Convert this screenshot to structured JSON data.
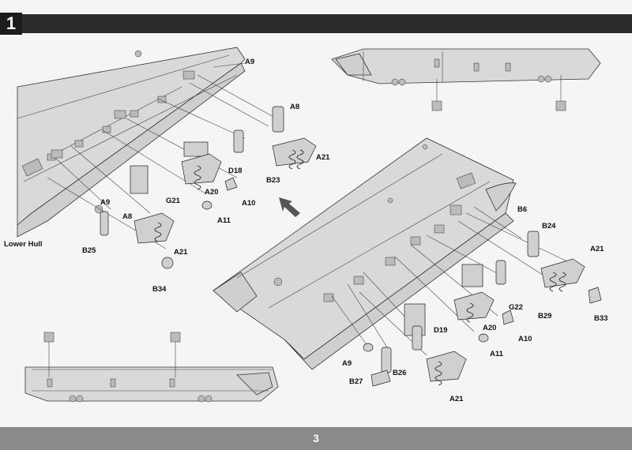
{
  "header": {
    "step_number": "1"
  },
  "footer": {
    "page_number": "3"
  },
  "labels": {
    "a9_top": "A9",
    "a8_top": "A8",
    "a21_top": "A21",
    "d18": "D18",
    "b23": "B23",
    "a20_top": "A20",
    "a10_top": "A10",
    "a11_top": "A11",
    "g21": "G21",
    "a9_left": "A9",
    "a8_left": "A8",
    "lower_hull": "Lower Hull",
    "b25": "B25",
    "a21_left": "A21",
    "b34": "B34",
    "b6": "B6",
    "b24": "B24",
    "a21_right": "A21",
    "g22": "G22",
    "b29": "B29",
    "b33": "B33",
    "d19": "D19",
    "a20_bottom": "A20",
    "a10_bottom": "A10",
    "a11_bottom": "A11",
    "a9_bottom": "A9",
    "b26": "B26",
    "b27": "B27",
    "a21_bottom": "A21"
  }
}
